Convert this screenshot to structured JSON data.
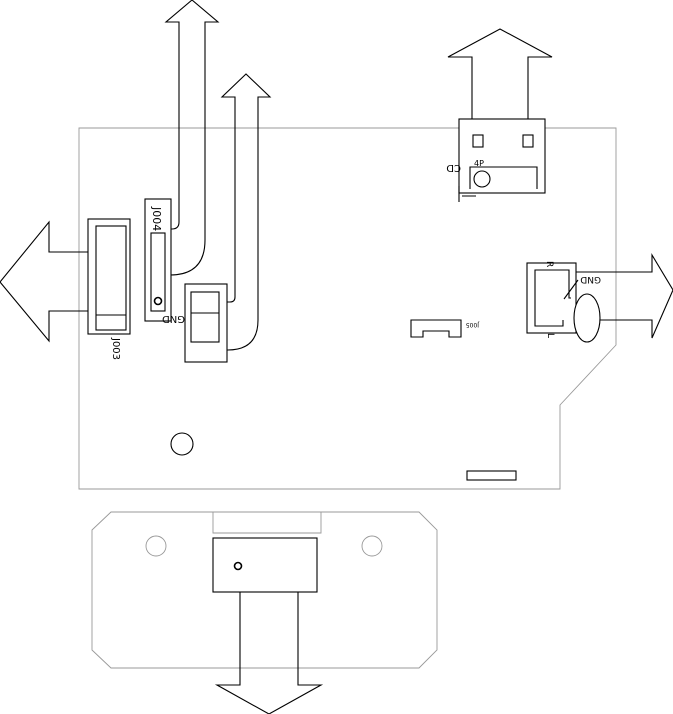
{
  "labels": {
    "j004": "J004",
    "j003": "J003",
    "j005": "J005",
    "gnd_left": "GND",
    "gnd_right": "GND",
    "cd": "CD",
    "four_p": "4P",
    "r": "R",
    "l": "L"
  }
}
